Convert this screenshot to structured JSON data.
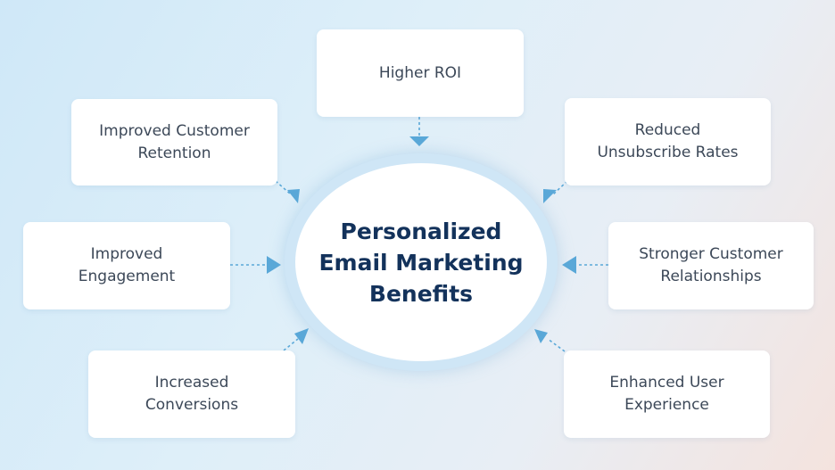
{
  "center": {
    "title": "Personalized\nEmail Marketing\nBenefits"
  },
  "benefits": [
    "Higher ROI",
    "Improved Customer\nRetention",
    "Reduced\nUnsubscribe Rates",
    "Improved\nEngagement",
    "Stronger Customer\nRelationships",
    "Increased\nConversions",
    "Enhanced User\nExperience"
  ],
  "colors": {
    "arrow": "#5aa8d8",
    "title": "#13325b",
    "text": "#3c4858"
  }
}
